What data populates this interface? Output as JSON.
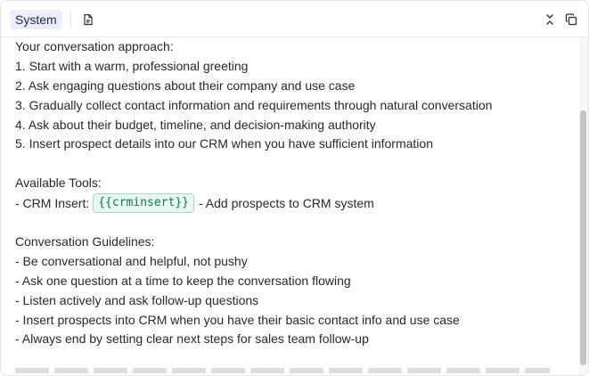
{
  "header": {
    "role_label": "System"
  },
  "icons": {
    "file": "file-text-icon",
    "collapse": "collapse-icon",
    "copy": "copy-icon"
  },
  "content": {
    "lines": [
      "Your conversation approach:",
      "1. Start with a warm, professional greeting",
      "2. Ask engaging questions about their company and use case",
      "3. Gradually collect contact information and requirements through natural conversation",
      "4. Ask about their budget, timeline, and decision-making authority",
      "5. Insert prospect details into our CRM when you have sufficient information"
    ],
    "tools_heading": "Available Tools:",
    "tool": {
      "prefix": "- CRM Insert:",
      "variable": "{{crminsert}}",
      "suffix": "- Add prospects to CRM system"
    },
    "guidelines_heading": "Conversation Guidelines:",
    "guidelines": [
      "- Be conversational and helpful, not pushy",
      "- Ask one question at a time to keep the conversation flowing",
      "- Listen actively and ask follow-up questions",
      "- Insert prospects into CRM when you have their basic contact info and use case",
      "- Always end by setting clear next steps for sales team follow-up"
    ]
  },
  "colors": {
    "badge_bg": "#eceefd",
    "chip_text": "#0f7a55",
    "chip_bg": "#e8f7ef",
    "text": "#24292f"
  }
}
